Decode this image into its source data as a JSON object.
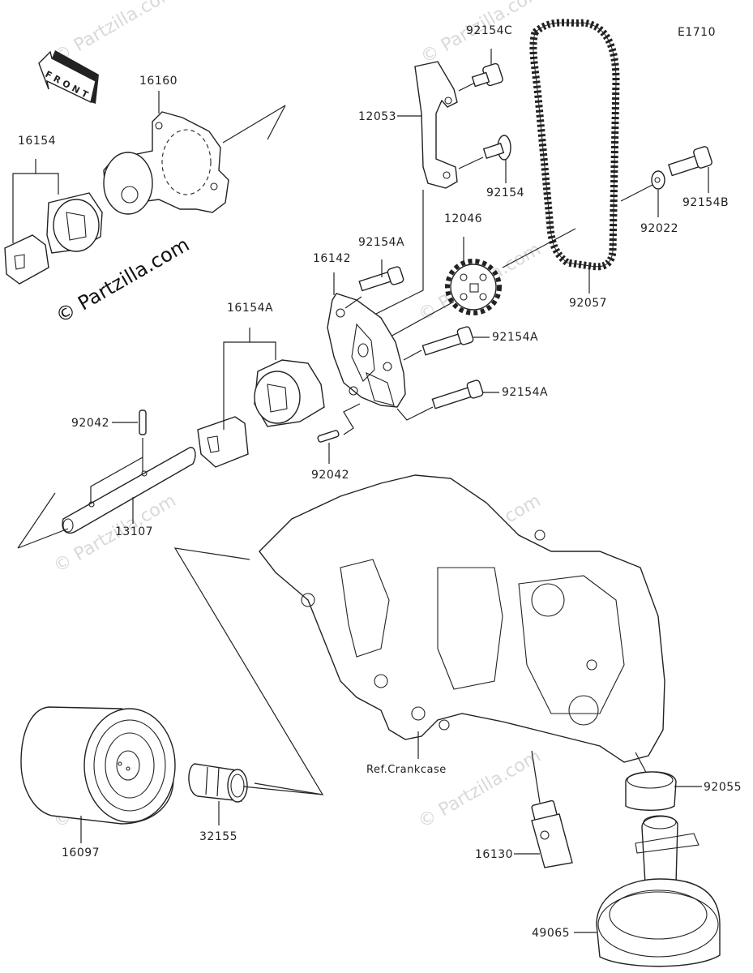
{
  "diagram": {
    "title_code": "E1710",
    "front_marker": "FRONT",
    "watermark": "© Partzilla.com",
    "reference_label": "Ref.Crankcase",
    "parts": [
      {
        "id": "16160",
        "label": "16160"
      },
      {
        "id": "16154",
        "label": "16154"
      },
      {
        "id": "12053",
        "label": "12053"
      },
      {
        "id": "92154C",
        "label": "92154C"
      },
      {
        "id": "92154",
        "label": "92154"
      },
      {
        "id": "92057",
        "label": "92057"
      },
      {
        "id": "92022",
        "label": "92022"
      },
      {
        "id": "92154B",
        "label": "92154B"
      },
      {
        "id": "12046",
        "label": "12046"
      },
      {
        "id": "92154A-1",
        "label": "92154A"
      },
      {
        "id": "16142",
        "label": "16142"
      },
      {
        "id": "92154A-2",
        "label": "92154A"
      },
      {
        "id": "92154A-3",
        "label": "92154A"
      },
      {
        "id": "16154A",
        "label": "16154A"
      },
      {
        "id": "92042-1",
        "label": "92042"
      },
      {
        "id": "92042-2",
        "label": "92042"
      },
      {
        "id": "13107",
        "label": "13107"
      },
      {
        "id": "16097",
        "label": "16097"
      },
      {
        "id": "32155",
        "label": "32155"
      },
      {
        "id": "16130",
        "label": "16130"
      },
      {
        "id": "92055",
        "label": "92055"
      },
      {
        "id": "49065",
        "label": "49065"
      }
    ]
  }
}
